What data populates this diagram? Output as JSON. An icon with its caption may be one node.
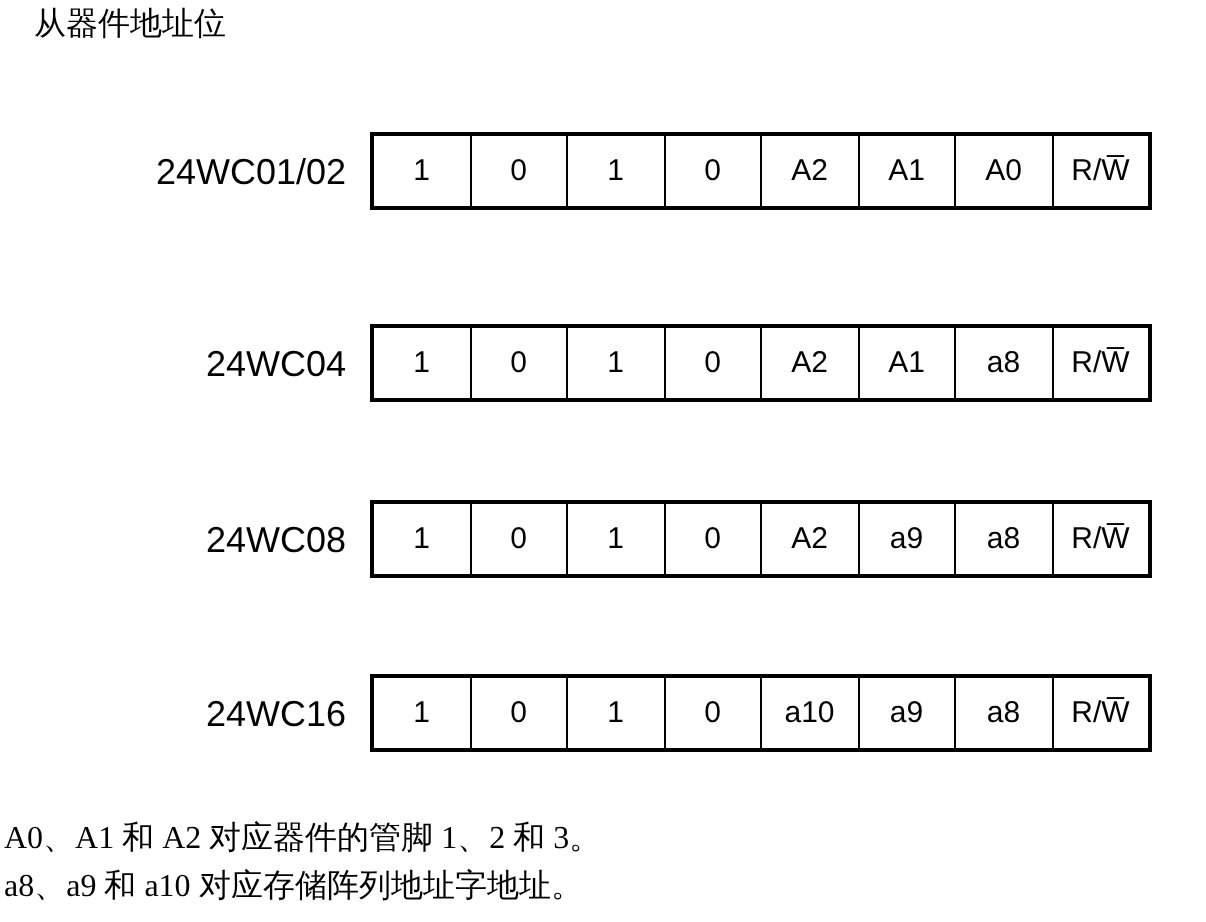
{
  "diagram": {
    "title": "从器件地址位",
    "nodes": [
      {
        "text": [],
        "shape": "bar",
        "beside": [
          "24WC01/02"
        ]
      },
      {
        "text": [
          "1"
        ],
        "in": 0
      },
      {
        "text": [
          "0"
        ],
        "in": 0
      },
      {
        "text": [
          "1"
        ],
        "in": 0
      },
      {
        "text": [
          "0"
        ],
        "in": 0
      },
      {
        "text": [
          "A2"
        ],
        "in": 0
      },
      {
        "text": [
          "A1"
        ],
        "in": 0
      },
      {
        "text": [
          "A0"
        ],
        "in": 0
      },
      {
        "text": [
          "R/W̅"
        ],
        "in": 0
      },
      {
        "text": [],
        "shape": "bar",
        "beside": [
          "24WC04"
        ]
      },
      {
        "text": [
          "1"
        ],
        "in": 9
      },
      {
        "text": [
          "0"
        ],
        "in": 9
      },
      {
        "text": [
          "1"
        ],
        "in": 9
      },
      {
        "text": [
          "0"
        ],
        "in": 9
      },
      {
        "text": [
          "A2"
        ],
        "in": 9
      },
      {
        "text": [
          "A1"
        ],
        "in": 9
      },
      {
        "text": [
          "a8"
        ],
        "in": 9
      },
      {
        "text": [
          "R/W̅"
        ],
        "in": 9
      },
      {
        "text": [],
        "shape": "bar",
        "beside": [
          "24WC08"
        ]
      },
      {
        "text": [
          "1"
        ],
        "in": 18
      },
      {
        "text": [
          "0"
        ],
        "in": 18
      },
      {
        "text": [
          "1"
        ],
        "in": 18
      },
      {
        "text": [
          "0"
        ],
        "in": 18
      },
      {
        "text": [
          "A2"
        ],
        "in": 18
      },
      {
        "text": [
          "a9"
        ],
        "in": 18
      },
      {
        "text": [
          "a8"
        ],
        "in": 18
      },
      {
        "text": [
          "R/W̅"
        ],
        "in": 18
      },
      {
        "text": [],
        "shape": "bar",
        "beside": [
          "24WC16"
        ]
      },
      {
        "text": [
          "1"
        ],
        "in": 27
      },
      {
        "text": [
          "0"
        ],
        "in": 27
      },
      {
        "text": [
          "1"
        ],
        "in": 27
      },
      {
        "text": [
          "0"
        ],
        "in": 27
      },
      {
        "text": [
          "a10"
        ],
        "in": 27
      },
      {
        "text": [
          "a9"
        ],
        "in": 27
      },
      {
        "text": [
          "a8"
        ],
        "in": 27
      },
      {
        "text": [
          "R/W̅"
        ],
        "in": 27
      }
    ],
    "labels": [
      "A0、A1 和 A2 对应器件的管脚 1、2 和 3。",
      "a8、a9 和 a10 对应存储阵列地址字地址。"
    ]
  }
}
